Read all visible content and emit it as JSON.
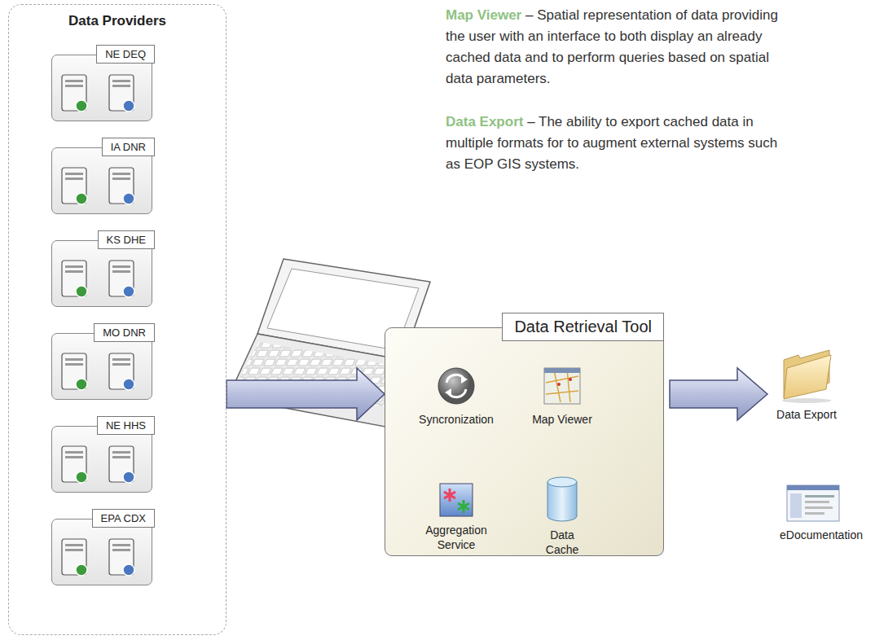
{
  "diagram": {
    "nodes": [
      {
        "text": [
          "Data Providers"
        ]
      },
      {
        "text": [
          "NE DEQ"
        ],
        "in": 0
      },
      {
        "text": [
          "IA DNR"
        ],
        "in": 0
      },
      {
        "text": [
          "KS DHE"
        ],
        "in": 0
      },
      {
        "text": [
          "MO DNR"
        ],
        "in": 0
      },
      {
        "text": [
          "NE HHS"
        ],
        "in": 0
      },
      {
        "text": [
          "EPA CDX"
        ],
        "in": 0
      },
      {
        "text": [
          "Data Retrieval Tool"
        ]
      }
    ],
    "edges": [
      {
        "from": 0,
        "to": 7,
        "arrow": "to"
      }
    ],
    "labels": [
      "Map Viewer",
      "– Spatial representation of data providing the user with an interface to both display an already cached data and to perform queries based on spatial data parameters.",
      "Data Export",
      "– The ability to export cached data in multiple formats for to augment external systems such as EOP GIS systems.",
      "Syncronization",
      "Map Viewer",
      "Aggregation Service",
      "Data Cache",
      "Data Export",
      "eDocumentation"
    ]
  }
}
